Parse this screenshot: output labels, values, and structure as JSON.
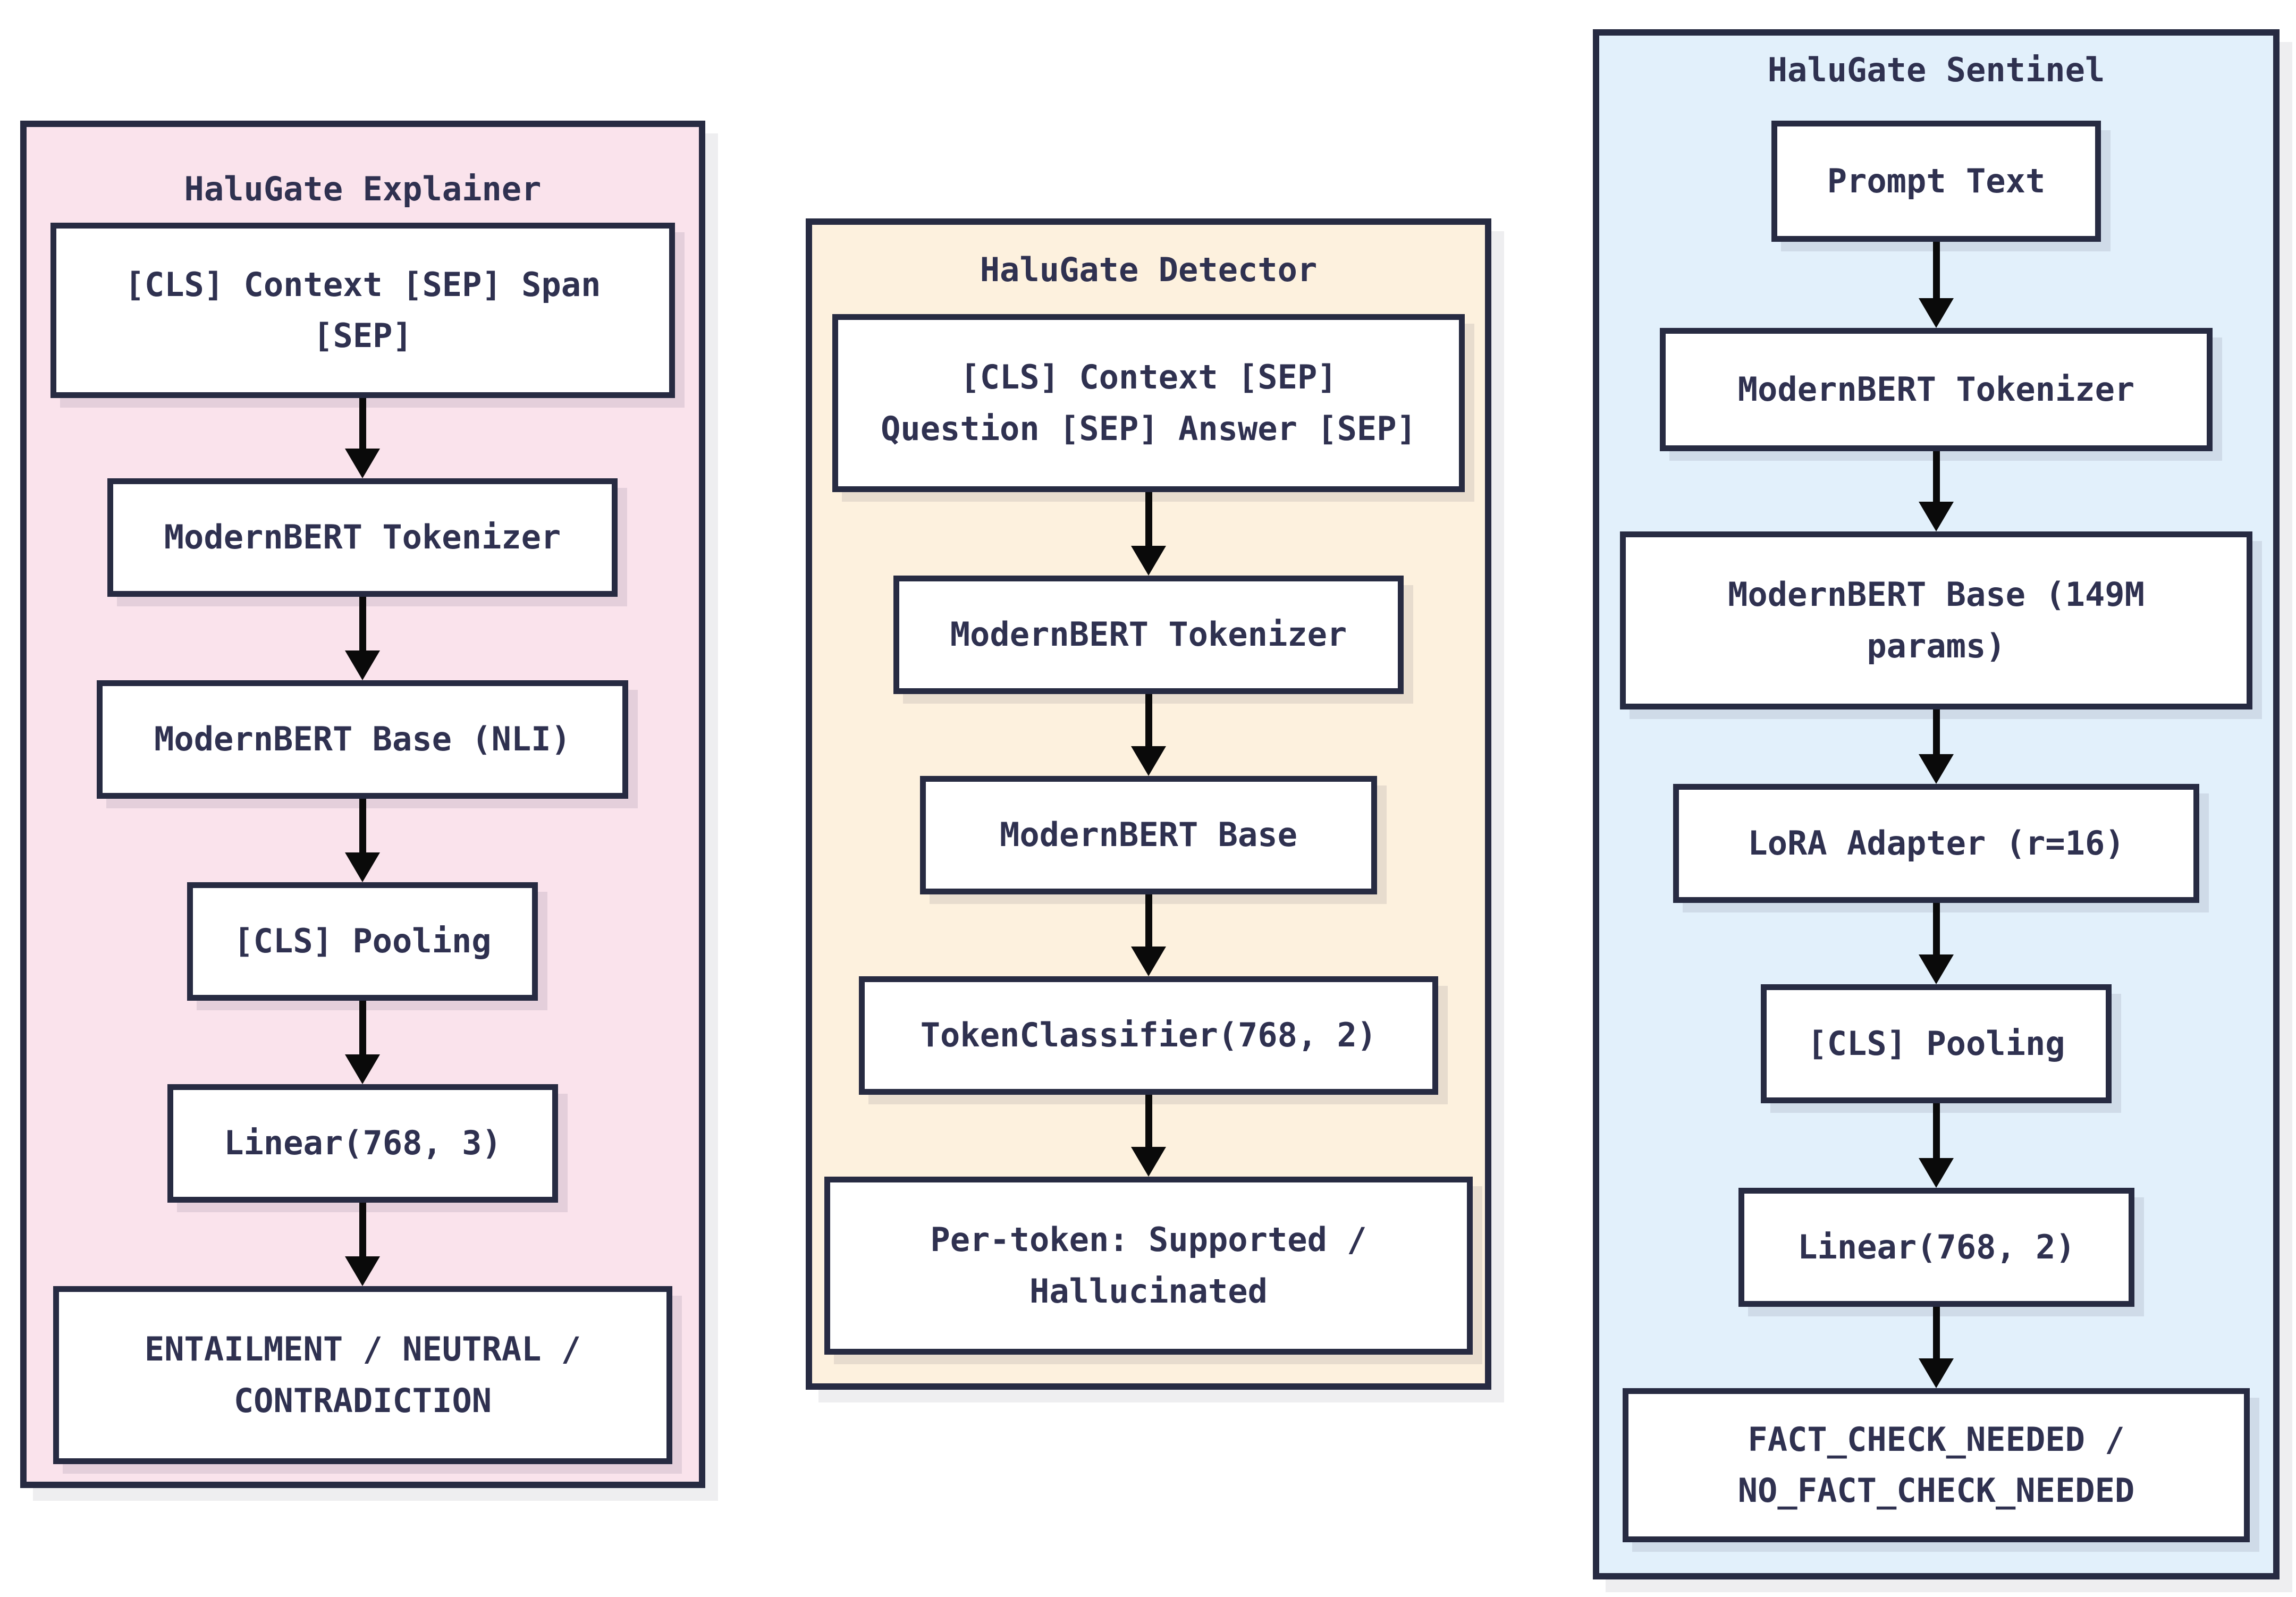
{
  "diagram": {
    "colors": {
      "panel_border": "#272B42",
      "text": "#2F3150",
      "arrow": "#0A0A0A",
      "node_bg": "#FFFFFF",
      "explainer_bg": "#FAE3EC",
      "detector_bg": "#FDF1DE",
      "sentinel_bg": "#E2F0FB"
    },
    "panels": [
      {
        "id": "explainer",
        "title": "HaluGate Explainer",
        "boxes": [
          "[CLS] Context [SEP] Span\n[SEP]",
          "ModernBERT Tokenizer",
          "ModernBERT Base (NLI)",
          "[CLS] Pooling",
          "Linear(768, 3)",
          "ENTAILMENT / NEUTRAL /\nCONTRADICTION"
        ]
      },
      {
        "id": "detector",
        "title": "HaluGate Detector",
        "boxes": [
          "[CLS] Context [SEP]\nQuestion [SEP] Answer [SEP]",
          "ModernBERT Tokenizer",
          "ModernBERT Base",
          "TokenClassifier(768, 2)",
          "Per-token: Supported /\nHallucinated"
        ]
      },
      {
        "id": "sentinel",
        "title": "HaluGate Sentinel",
        "boxes": [
          "Prompt Text",
          "ModernBERT Tokenizer",
          "ModernBERT Base (149M\nparams)",
          "LoRA Adapter (r=16)",
          "[CLS] Pooling",
          "Linear(768, 2)",
          "FACT_CHECK_NEEDED /\nNO_FACT_CHECK_NEEDED"
        ]
      }
    ]
  }
}
